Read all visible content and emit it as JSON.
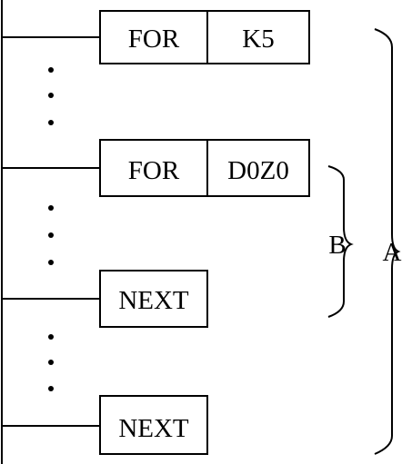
{
  "instructions": [
    {
      "op": "FOR",
      "operand": "K5"
    },
    {
      "op": "FOR",
      "operand": "D0Z0"
    },
    {
      "op": "NEXT"
    },
    {
      "op": "NEXT"
    }
  ],
  "brackets": {
    "inner_label": "B",
    "outer_label": "A"
  }
}
